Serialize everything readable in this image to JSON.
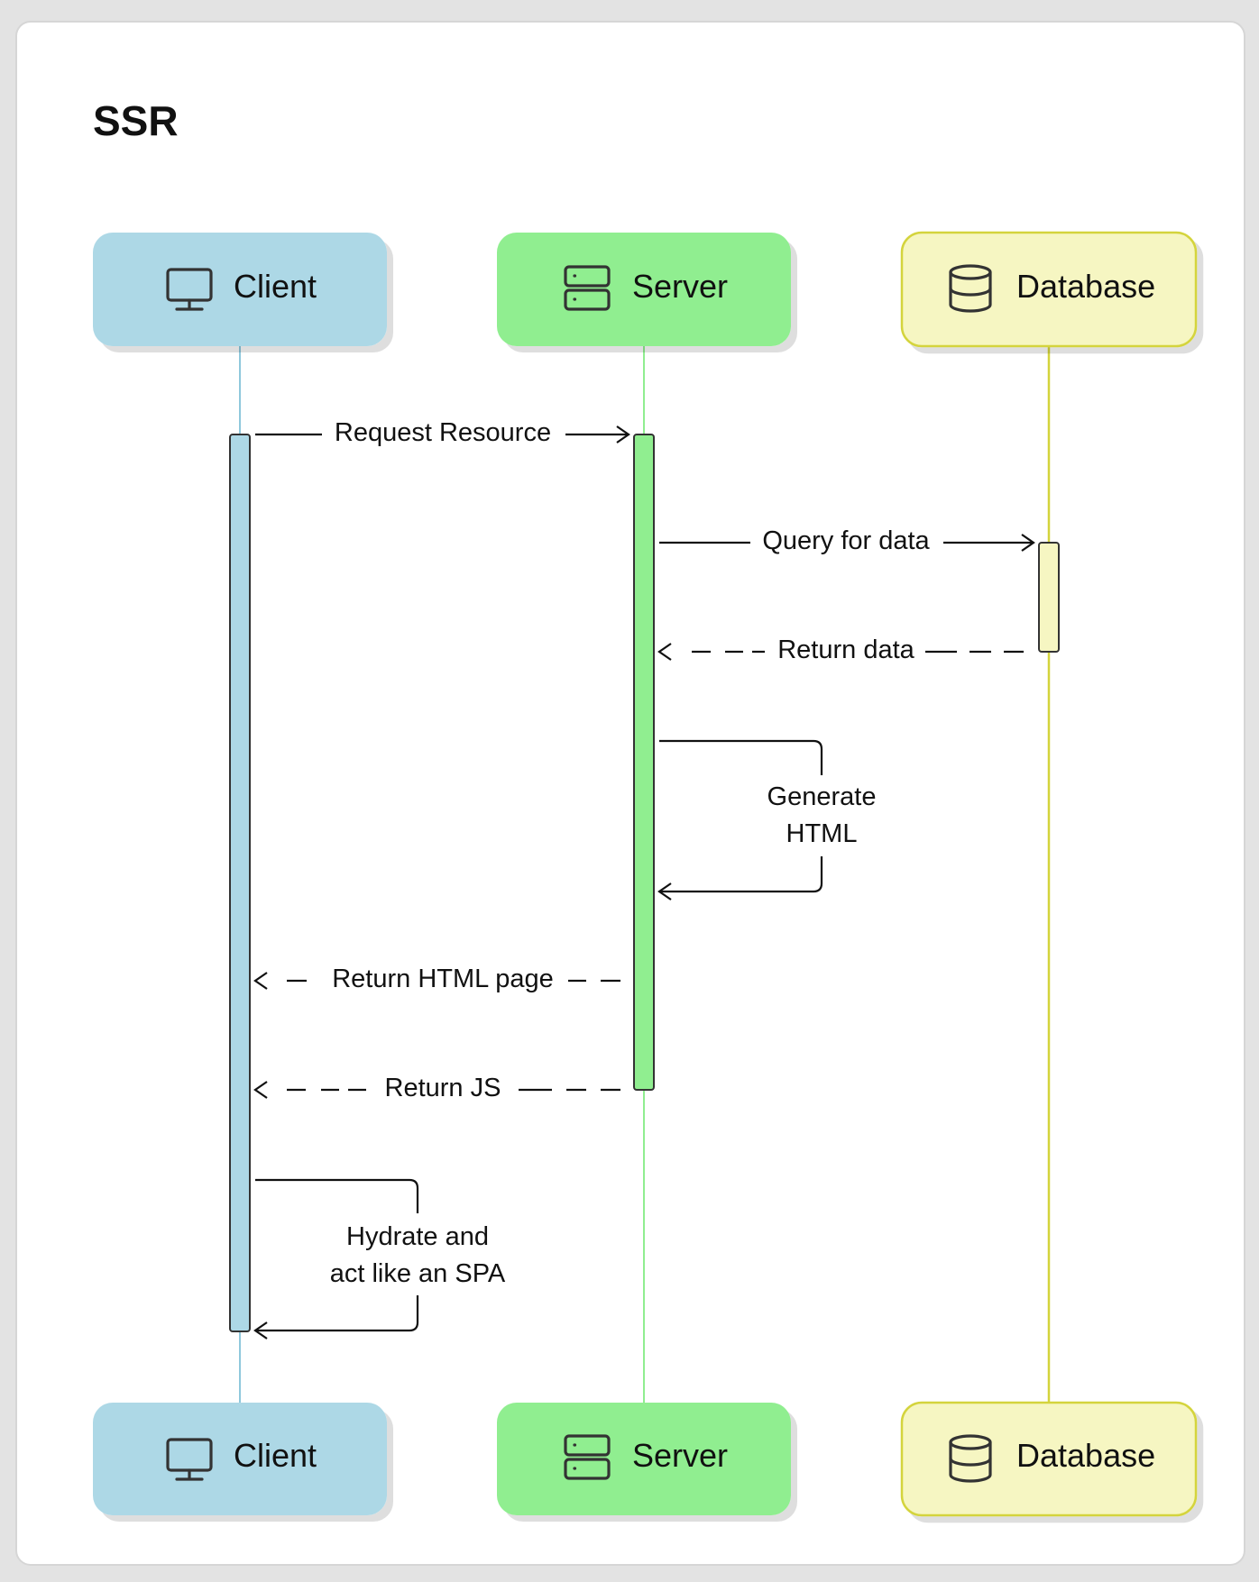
{
  "diagram": {
    "title": "SSR",
    "participants": [
      {
        "id": "client",
        "label": "Client",
        "icon": "monitor-icon",
        "fill": "#add8e6",
        "line": "#8fc8dc",
        "activation_fill": "#add8e6"
      },
      {
        "id": "server",
        "label": "Server",
        "icon": "server-icon",
        "fill": "#90ee90",
        "line": "#90ee90",
        "activation_fill": "#90ee90"
      },
      {
        "id": "database",
        "label": "Database",
        "icon": "database-icon",
        "fill": "#f6f6c2",
        "border": "#d4d43c",
        "line": "#d4d43c",
        "activation_fill": "#f6f6c2"
      }
    ],
    "messages": [
      {
        "id": "request-resource",
        "from": "client",
        "to": "server",
        "label": "Request Resource",
        "style": "solid"
      },
      {
        "id": "query-for-data",
        "from": "server",
        "to": "database",
        "label": "Query for data",
        "style": "solid"
      },
      {
        "id": "return-data",
        "from": "database",
        "to": "server",
        "label": "Return data",
        "style": "dashed"
      },
      {
        "id": "generate-html",
        "from": "server",
        "to": "server",
        "label_lines": [
          "Generate",
          "HTML"
        ],
        "style": "solid"
      },
      {
        "id": "return-html-page",
        "from": "server",
        "to": "client",
        "label": "Return HTML page",
        "style": "dashed"
      },
      {
        "id": "return-js",
        "from": "server",
        "to": "client",
        "label": "Return JS",
        "style": "dashed"
      },
      {
        "id": "hydrate",
        "from": "client",
        "to": "client",
        "label_lines": [
          "Hydrate and",
          "act like an SPA"
        ],
        "style": "solid"
      }
    ]
  }
}
